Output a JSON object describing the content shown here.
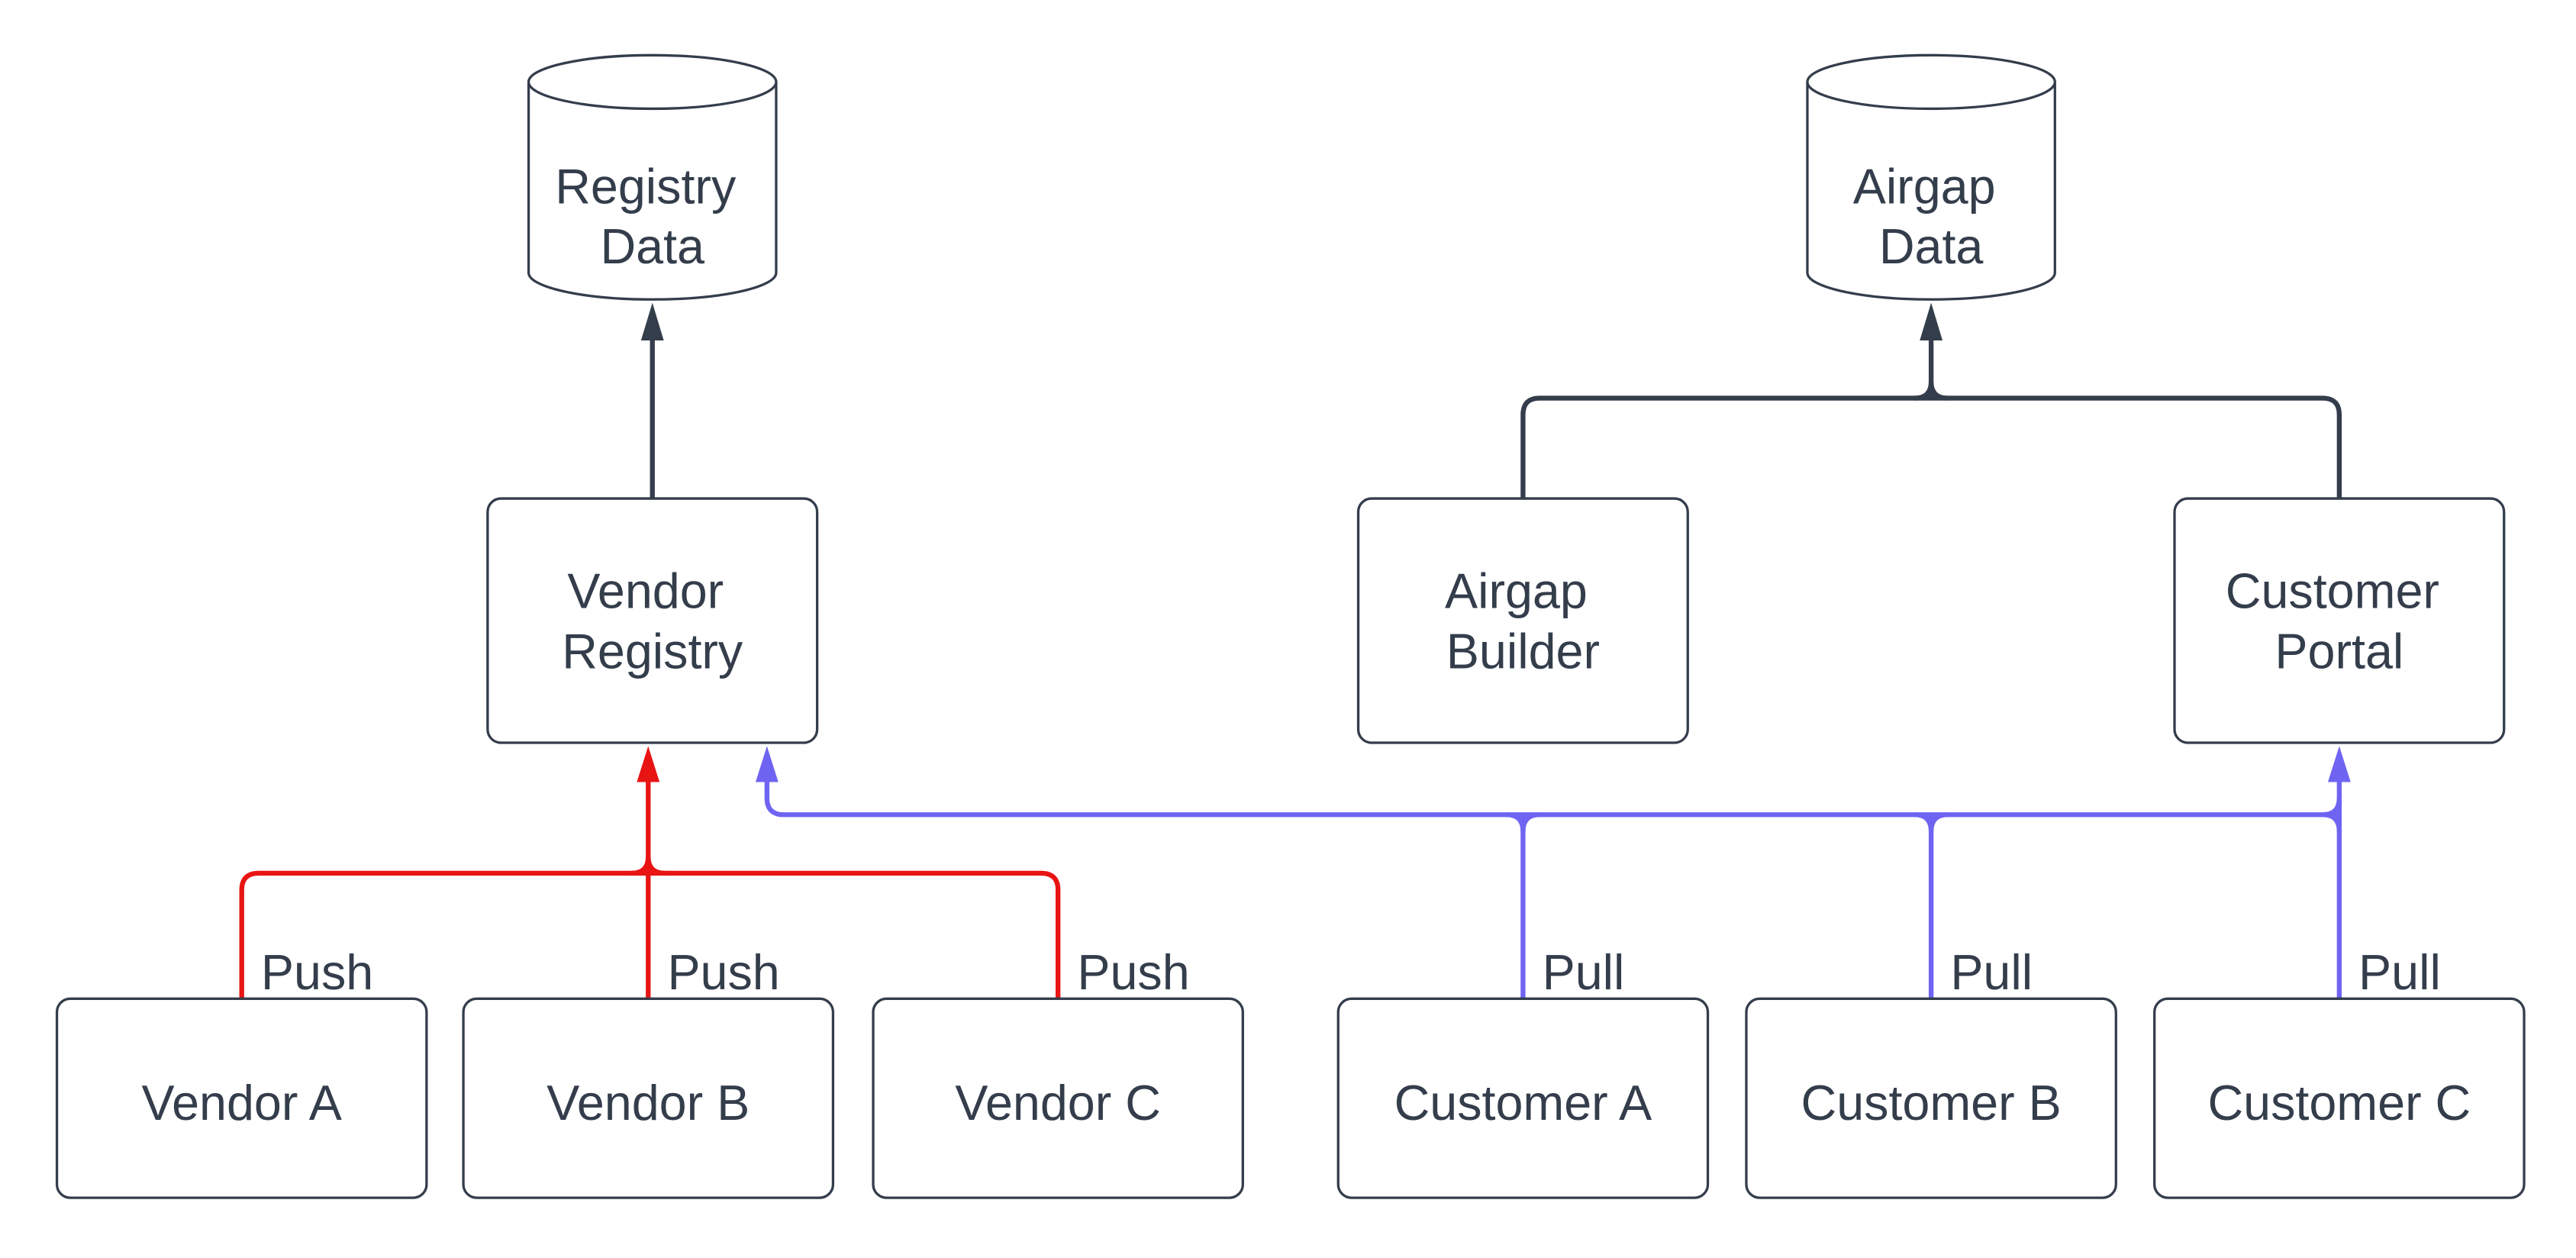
{
  "diagram": {
    "colors": {
      "background": "#ffffff",
      "outline": "#343d4b",
      "text": "#343d4b",
      "push_edge": "#e81414",
      "pull_edge": "#6f64f2"
    },
    "nodes": {
      "registry_data": {
        "line1": "Registry",
        "line2": "Data"
      },
      "airgap_data": {
        "line1": "Airgap",
        "line2": "Data"
      },
      "vendor_registry": {
        "line1": "Vendor",
        "line2": "Registry"
      },
      "airgap_builder": {
        "line1": "Airgap",
        "line2": "Builder"
      },
      "customer_portal": {
        "line1": "Customer",
        "line2": "Portal"
      },
      "vendor_a": {
        "label": "Vendor A"
      },
      "vendor_b": {
        "label": "Vendor B"
      },
      "vendor_c": {
        "label": "Vendor C"
      },
      "customer_a": {
        "label": "Customer A"
      },
      "customer_b": {
        "label": "Customer B"
      },
      "customer_c": {
        "label": "Customer C"
      }
    },
    "edge_labels": {
      "push": "Push",
      "pull": "Pull"
    }
  }
}
